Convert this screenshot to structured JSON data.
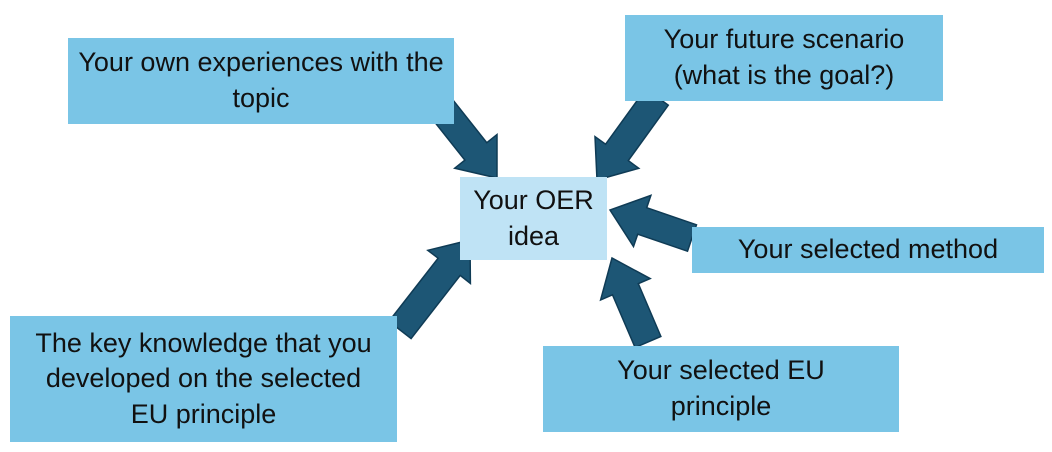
{
  "diagram": {
    "center": {
      "text": "Your OER idea"
    },
    "inputs": [
      {
        "id": "experiences",
        "text": "Your own experiences with the topic"
      },
      {
        "id": "future",
        "text": "Your future scenario (what is the goal?)"
      },
      {
        "id": "method",
        "text": "Your selected method"
      },
      {
        "id": "principle",
        "text": "Your selected EU principle"
      },
      {
        "id": "knowledge",
        "text": "The key knowledge that you developed on the selected EU principle"
      }
    ],
    "colors": {
      "input_box": "#7ac5e6",
      "center_box": "#bfe3f5",
      "arrow": "#1d5675"
    }
  }
}
